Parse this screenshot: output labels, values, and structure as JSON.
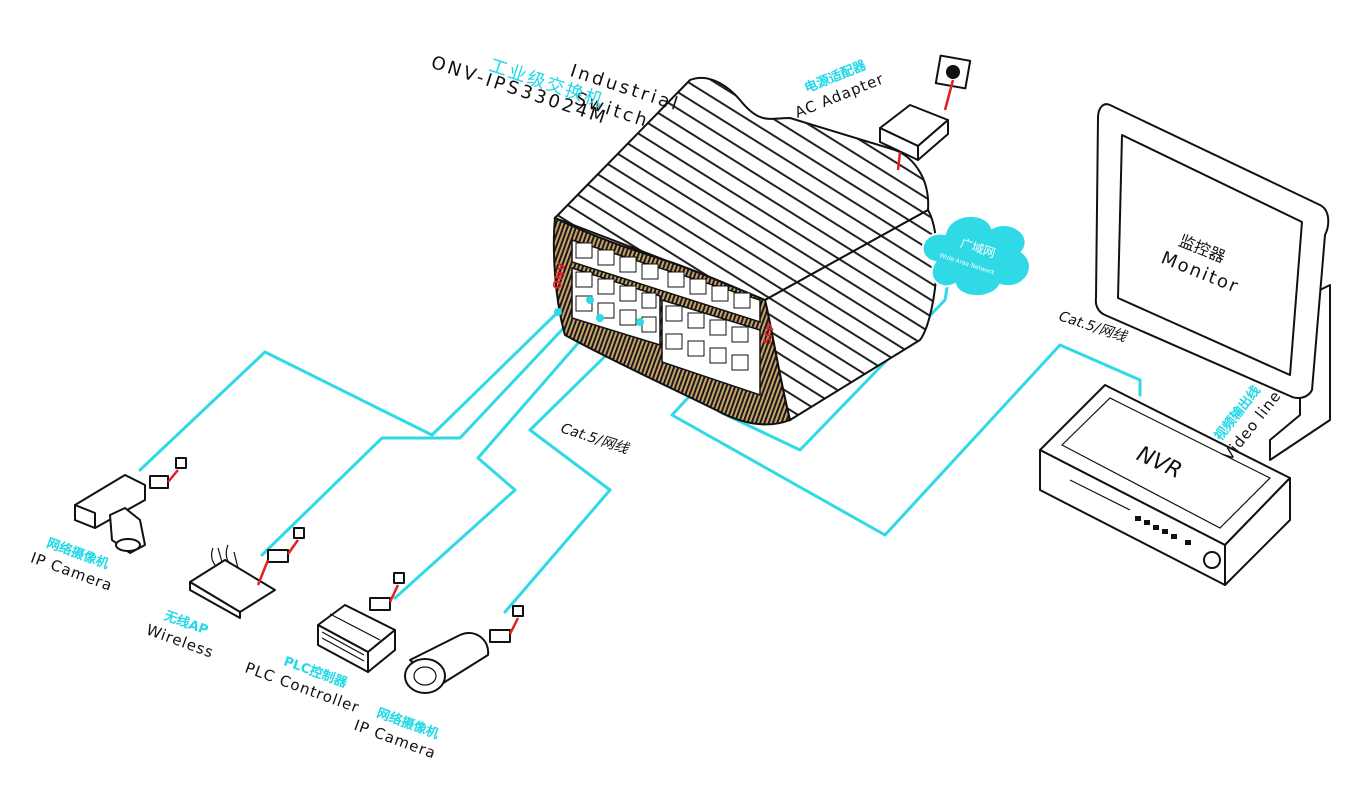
{
  "switch": {
    "title_en_line1": "Industrial",
    "title_en_line2": "Switch",
    "model": "ONV-IPS33024M",
    "title_cn": "工业级交换机",
    "brand": "ONV",
    "sfp": "SFP"
  },
  "adapter": {
    "label_cn": "电源适配器",
    "label_en": "AC Adapter"
  },
  "wan": {
    "label_cn": "广域网",
    "label_en": "Wide Area Network"
  },
  "monitor": {
    "label_cn": "监控器",
    "label_en": "Monitor"
  },
  "nvr": {
    "label": "NVR"
  },
  "cables": {
    "cat5_right": "Cat.5/网线",
    "cat5_center": "Cat.5/网线",
    "video_cn": "视频输出线",
    "video_en": "Video line"
  },
  "devices": {
    "ip_camera_1": {
      "label_cn": "网络摄像机",
      "label_en": "IP Camera"
    },
    "wireless_ap": {
      "label_cn": "无线AP",
      "label_en": "Wireless"
    },
    "plc": {
      "label_cn": "PLC控制器",
      "label_en": "PLC Controller"
    },
    "ip_camera_2": {
      "label_cn": "网络摄像机",
      "label_en": "IP Camera"
    }
  },
  "colors": {
    "cable": "#2fd9e6",
    "power": "#e32020",
    "label_cn": "#20d8e8",
    "switch_front": "#c9a36a"
  }
}
